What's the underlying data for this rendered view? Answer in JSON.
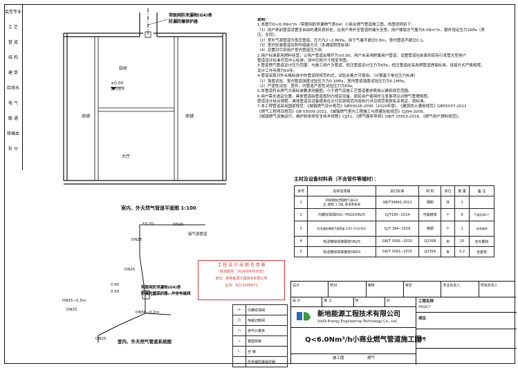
{
  "left_strip": [
    "会签专业",
    "工 艺",
    "管 道",
    "结 构",
    "建 筑",
    "给排水",
    "电 气",
    "暖 通",
    "修编本",
    "拆 分"
  ],
  "plan": {
    "equipment_label_1": "带联网防泄漏物(G4)表",
    "equipment_label_2": "防漏防爆保护器",
    "room_kitchen": "厨房",
    "room_shop_left": "商铺",
    "room_shop_right": "商铺",
    "room_hall": "大厅",
    "elevation": "±0.00",
    "elevation_note": "室内地坪",
    "caption": "室内、外天然气管道平面图  1:100"
  },
  "system": {
    "labels": [
      "±0.20",
      "DN25",
      "DN25",
      "接气源管道",
      "DN25",
      "0.60",
      "0.50",
      "带联网防泄漏物(G4)表",
      "防漏防爆保护器，并含电磁阀",
      "DN25−0.5m",
      "DN25",
      "DN50−0.2m",
      "DN25"
    ],
    "caption": "室内、外天然气管道系统图"
  },
  "notes": {
    "title": "说明：",
    "lines": [
      "1.本图为Q<6.0Nm³/h（带联网防泄漏物气表G4）小商业燃气管道施工图，本图说明如下：",
      "（1）用户表前管道设置至自由的通风良好处，且用户表外至管道的端头至室。用户楼层总气量为6.0Nm³/h，额外增定压力2KPa（表",
      "  压，全同）。",
      "（2）室外气源管道为低压管道，压力为2~2.8KPa，用于气量不超过0.8m，室内管道不超过0.1。",
      "（3）室内安装管道及附件暗装方式（本通道照宽标准）",
      "（4）设置对引到用户室内管道压力用",
      "2.用户标准家用燃料经营，以用户管道出墙开为±0.00，用户未采用附属用户管道，设置管道在前面到实际行发管大型用户",
      "  管道设计标准尽其中心标准，测中位防尺寸规宝华图。",
      "3.管道燃气管道设计压力范围：与施工用户为管道，低压管道设计压力为KPa，低压管道经采用燃管道焊接标准，连接方式严格规程，",
      "  设计工作年限为50年。",
      "4.管道采取对外合格标准中的管道按规范的式，试验合格方可使用。（计算基于单位压力标准）",
      "（1）强度试验：室内管道强度试验压力为0.1MPa；室内管道强度试验压力为0.1MPa。",
      "（2）严密性试验：室外，内管道严密性试验压力为KPa。",
      "5.本管道符合燃气方面标准要求测量图，小于燃气设施工艺管道要求质用以建筑规范范围。",
      "6.用户需全选定位置，具体管道由管道规划方规定设备。居民用户使用时注意事项见对燃气管理规程。",
      "  管道设计结合规程，具体管道及设备使用在交付后按规范内容执行详见规范条款有关规定，按标准。",
      "7.本工程管道采用国家规范：《城镇燃气设计规范》GB50028-2006（2020年版）、《建筑防火通用规范》GB55037-2022",
      "  《燃气工程项目规范》GB 55009-2021、《城镇燃气室内工程施工与质量验收规范》CJJ94-2009、",
      "  《城镇燃气设施运行、维护和抢修安全技术规程》CJJ51、《燃气服务导则》GB/T 25503-2016、《燃气用户燃料规范》。"
    ]
  },
  "materials": {
    "title": "主材及设备材料表（不含管件等辅材）：",
    "headers": [
      "序号",
      "名称及规格",
      "执行标准",
      "材 料",
      "单位",
      "数 量",
      "备 注"
    ],
    "rows": [
      [
        "1",
        "带联网防泄漏物气表G4\n迈_联网_1.5级_管道系统表",
        "GB/T39841-2021",
        "钢制",
        "块",
        "1",
        ""
      ],
      [
        "2",
        "内螺纹球阀RQL−PN16/DN25",
        "CJ/T180−2014",
        "可锻铸铁",
        "个",
        "6",
        "气源总阀1个"
      ],
      [
        "3",
        "防泄漏防爆燃气报警器 2021-0.01/45C",
        "CJ/T 394−2018",
        "铸钢",
        "个",
        "1",
        "含电磁阀"
      ],
      [
        "4",
        "热浸镀锌焊接钢管DN25",
        "GB/T 3091−2015",
        "Q235B",
        "米",
        "20",
        "含外螺纹"
      ],
      [
        "5",
        "热浸镀锌焊接钢管DN50",
        "GB/T 3091−2015",
        "Q235A",
        "米",
        "0.2",
        "含套管"
      ]
    ]
  },
  "legend": {
    "items": [
      {
        "symbol": "⊣⊢",
        "label": "内螺纹球阀"
      },
      {
        "symbol": "◳",
        "label": "电磁切断阀"
      },
      {
        "symbol": "▭",
        "label": "燃气计量表"
      },
      {
        "symbol": "⊥",
        "label": "钢塑转换"
      },
      {
        "symbol": "⊢",
        "label": "丝 堵"
      },
      {
        "symbol": "",
        "label": "防泄漏防爆保护器"
      }
    ]
  },
  "stamp": {
    "line1": "工 程 设 计 出 图 专 用 章",
    "line2": "（有效期至：2024年4月30日）",
    "line3": "单位：新地能源工程技术有限公司",
    "line4": "证书：A213006671",
    "code": "A213006671"
  },
  "title_block": {
    "company_cn": "新地能源工程技术有限公司",
    "company_en": "XinDi Energy Engineering Technology Co., Ltd.",
    "drawing_title": "Q<6.0Nm³/h小商业燃气管道施工图",
    "project_label": "工程名称",
    "project_sub": "PROJECT",
    "item_label": "项目",
    "sheet_label": "图号",
    "phase": "施工图",
    "discipline": "燃气",
    "header_cells": [
      "设计",
      "校对",
      "审核",
      "审定",
      "专业负责人",
      "项目负责人"
    ],
    "row2": [
      "设 计",
      "施 工",
      "校",
      "对"
    ]
  }
}
